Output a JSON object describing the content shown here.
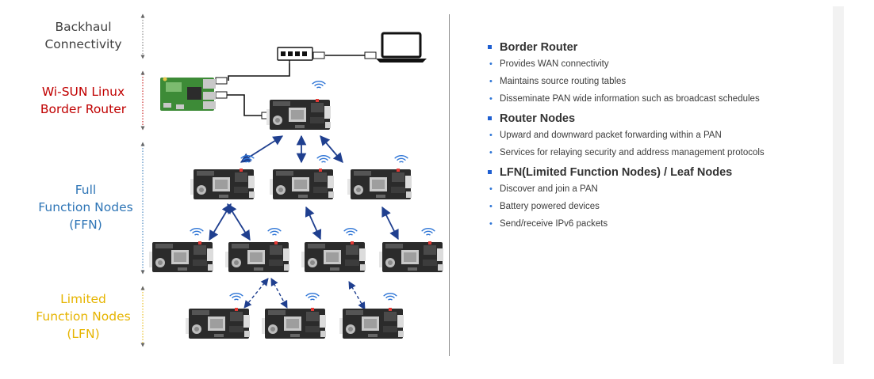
{
  "labels": {
    "backhaul": [
      "Backhaul",
      "Connectivity"
    ],
    "border_router": [
      "Wi-SUN Linux",
      "Border Router"
    ],
    "ffn": [
      "Full",
      "Function Nodes",
      "(FFN)"
    ],
    "lfn": [
      "Limited",
      "Function Nodes",
      "(LFN)"
    ]
  },
  "colors": {
    "backhaul": "#404040",
    "border_router": "#c00000",
    "ffn": "#2e75b6",
    "lfn": "#e6b400",
    "link_arrow": "#1f3f8f"
  },
  "sections": [
    {
      "title": "Border Router",
      "items": [
        "Provides WAN connectivity",
        "Maintains source routing tables",
        "Disseminate PAN wide information  such as broadcast schedules"
      ]
    },
    {
      "title": "Router Nodes",
      "items": [
        "Upward and downward  packet forwarding within a PAN",
        "Services for relaying security and address management protocols"
      ]
    },
    {
      "title": "LFN(Limited Function Nodes) / Leaf Nodes",
      "items": [
        "Discover and join a PAN",
        "Battery powered devices",
        "Send/receive  IPv6  packets"
      ]
    }
  ]
}
